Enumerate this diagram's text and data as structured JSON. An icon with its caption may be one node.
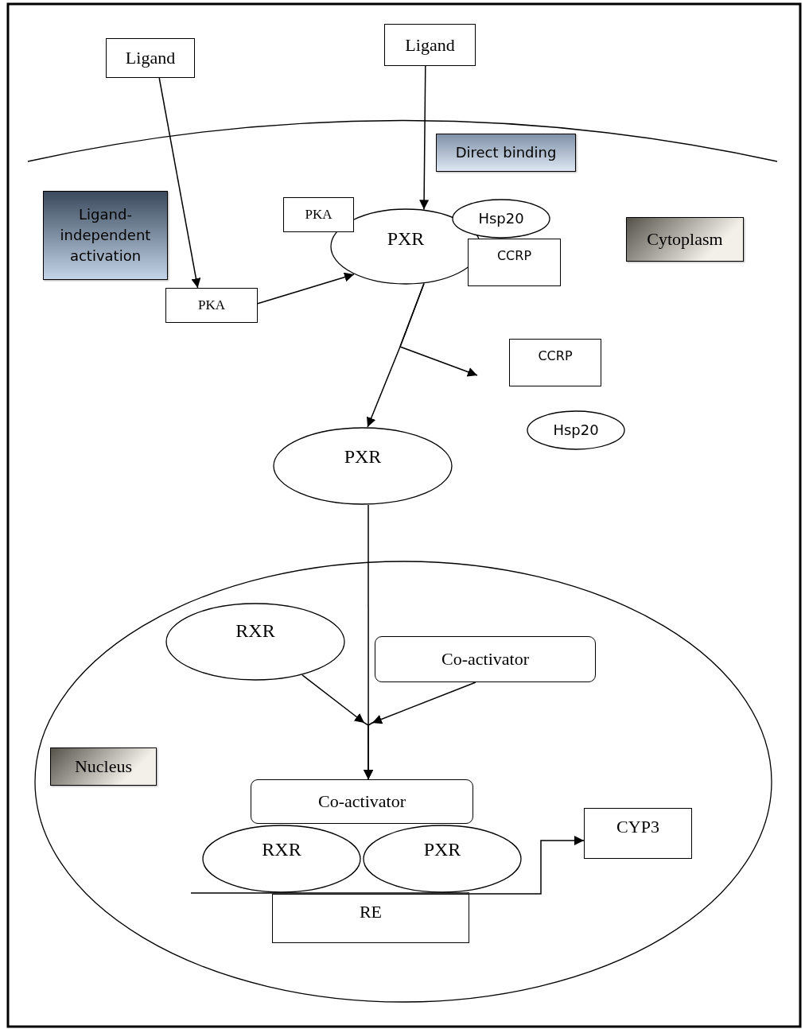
{
  "diagram": {
    "nodes": [
      {
        "text": [
          "Ligand"
        ]
      },
      {
        "text": [
          "Ligand"
        ]
      },
      {
        "text": [
          "Direct binding"
        ]
      },
      {
        "text": [
          "Ligand-independent activation"
        ]
      },
      {
        "text": [
          "PKA"
        ]
      },
      {
        "text": [
          "PXR"
        ]
      },
      {
        "text": [
          "Hsp20"
        ]
      },
      {
        "text": [
          "CCRP"
        ]
      },
      {
        "text": [
          "Cytoplasm"
        ]
      },
      {
        "text": [
          "PKA"
        ]
      },
      {
        "text": [
          "CCRP"
        ]
      },
      {
        "text": [
          "Hsp20"
        ]
      },
      {
        "text": [
          "PXR"
        ]
      },
      {
        "text": [
          "RXR"
        ]
      },
      {
        "text": [
          "Co-activator"
        ]
      },
      {
        "text": [
          "Nucleus"
        ]
      },
      {
        "text": [
          "Co-activator"
        ]
      },
      {
        "text": [
          "RXR"
        ]
      },
      {
        "text": [
          "PXR"
        ]
      },
      {
        "text": [
          "RE"
        ]
      },
      {
        "text": [
          "CYP3"
        ]
      }
    ],
    "edges": [
      {
        "from": 0,
        "to": 9,
        "arrow": "to"
      },
      {
        "from": 1,
        "to": 5,
        "arrow": "to"
      },
      {
        "from": 9,
        "to": 5,
        "arrow": "to"
      },
      {
        "from": 5,
        "to": 12,
        "arrow": "to"
      },
      {
        "from": 5,
        "to": null,
        "arrow": "to"
      },
      {
        "from": 12,
        "to": 16,
        "arrow": "to"
      },
      {
        "from": 13,
        "to": 16,
        "arrow": "to"
      },
      {
        "from": 14,
        "to": 16,
        "arrow": "to"
      },
      {
        "from": 19,
        "to": 20,
        "arrow": "to"
      }
    ]
  }
}
